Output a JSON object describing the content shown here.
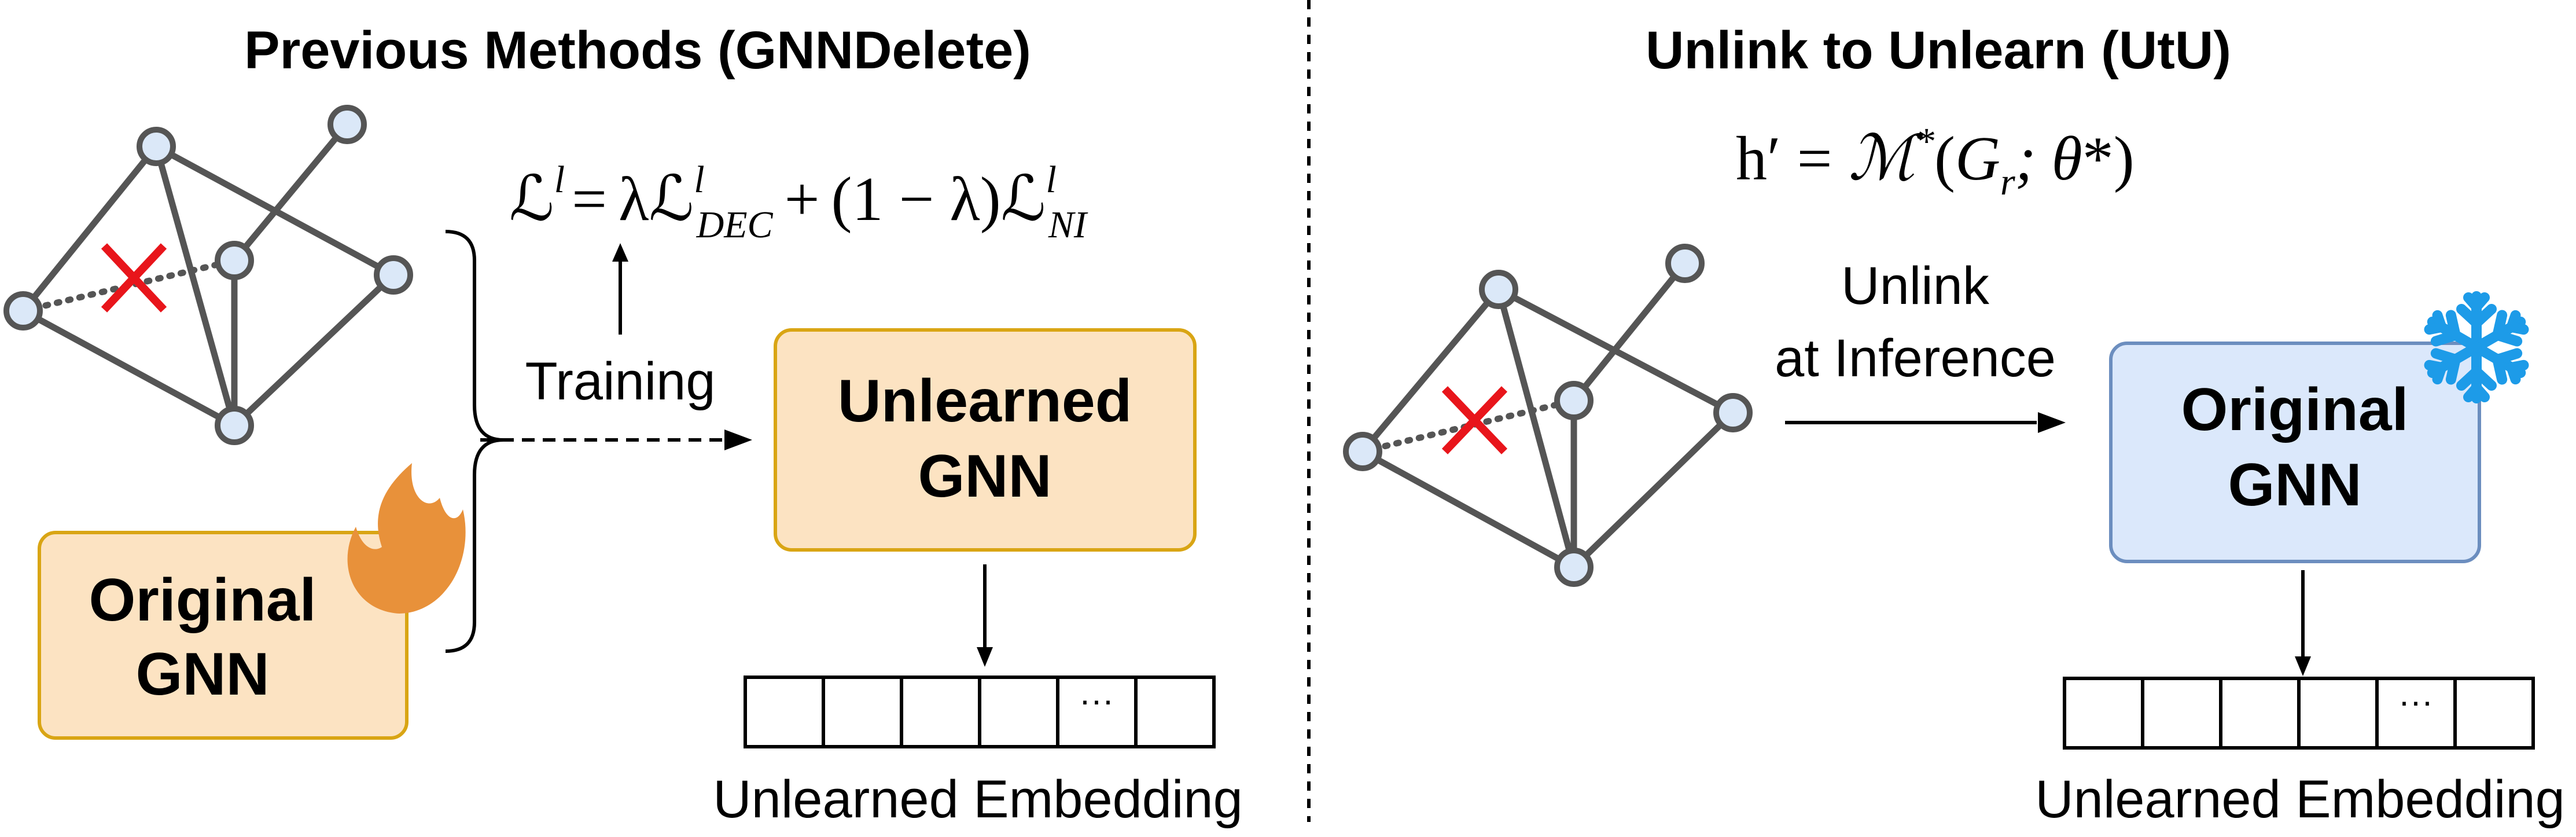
{
  "left_panel": {
    "title": "Previous Methods (GNNDelete)",
    "loss_formula": {
      "lhs": "ℒ",
      "lhs_sup": "l",
      "eq": "=",
      "lambda": "λ",
      "term1": "ℒ",
      "term1_sup": "l",
      "term1_sub": "DEC",
      "plus": "+",
      "one_minus_lambda": "(1 − λ)",
      "term2": "ℒ",
      "term2_sup": "l",
      "term2_sub": "NI"
    },
    "training_label": "Training",
    "original_box_line1": "Original",
    "original_box_line2": "GNN",
    "unlearned_box_line1": "Unlearned",
    "unlearned_box_line2": "GNN",
    "embedding_dots": "···",
    "embedding_label": "Unlearned Embedding"
  },
  "right_panel": {
    "title": "Unlink to Unlearn (UtU)",
    "formula": {
      "h": "h",
      "prime": "′",
      "eq": "=",
      "model": "ℳ",
      "star": "*",
      "open": "(",
      "g": "G",
      "g_sub": "r",
      "sep": "; θ",
      "close": "*)"
    },
    "unlink_line1": "Unlink",
    "unlink_line2": "at Inference",
    "original_box_line1": "Original",
    "original_box_line2": "GNN",
    "embedding_dots": "···",
    "embedding_label": "Unlearned Embedding"
  },
  "colors": {
    "orange_fill": "#fce3c2",
    "orange_stroke": "#d9a514",
    "blue_fill": "#dbe8fb",
    "blue_stroke": "#6c8ebf",
    "node_fill": "#dbe8f8",
    "red_x": "#e8151b",
    "flame": "#e8913a",
    "snowflake": "#1d9be8"
  },
  "icons": [
    "flame-icon",
    "snowflake-icon",
    "delete-cross-icon"
  ]
}
